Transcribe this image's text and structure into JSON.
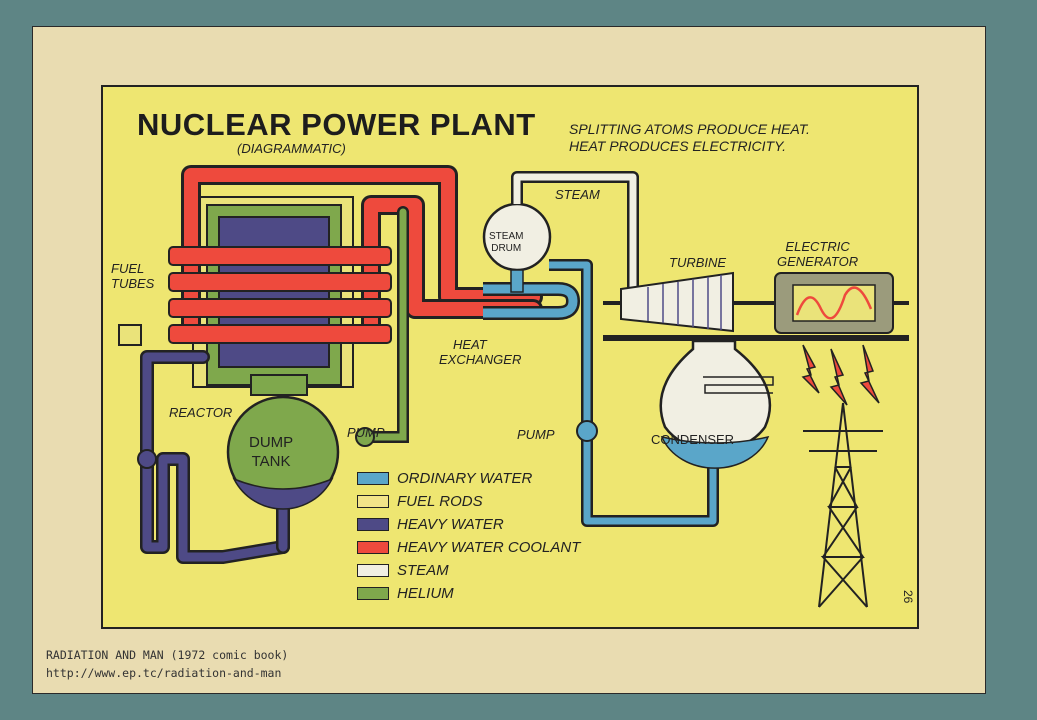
{
  "title": "NUCLEAR POWER PLANT",
  "subtitle": "(DIAGRAMMATIC)",
  "tagline": [
    "SPLITTING ATOMS PRODUCE HEAT.",
    "HEAT PRODUCES ELECTRICITY."
  ],
  "labels": {
    "fuel_tubes": [
      "FUEL",
      "TUBES"
    ],
    "reactor": "REACTOR",
    "dump_tank": [
      "DUMP",
      "TANK"
    ],
    "pump_left": "PUMP",
    "pump_right": "PUMP",
    "heat_exchanger": [
      "HEAT",
      "EXCHANGER"
    ],
    "steam": "STEAM",
    "steam_drum": [
      "STEAM",
      "DRUM"
    ],
    "turbine": "TURBINE",
    "electric_generator": [
      "ELECTRIC",
      "GENERATOR"
    ],
    "condenser": "CONDENSER"
  },
  "legend": [
    {
      "label": "ORDINARY WATER",
      "color": "#5aa6c9"
    },
    {
      "label": "FUEL RODS",
      "color": "#f2e489"
    },
    {
      "label": "HEAVY WATER",
      "color": "#4e4a86"
    },
    {
      "label": "HEAVY WATER COOLANT",
      "color": "#ee4a3d"
    },
    {
      "label": "STEAM",
      "color": "#f1efe3"
    },
    {
      "label": "HELIUM",
      "color": "#7fa84c"
    }
  ],
  "page_number": "26",
  "caption": [
    "RADIATION AND MAN (1972 comic book)",
    "http://www.ep.tc/radiation-and-man"
  ]
}
